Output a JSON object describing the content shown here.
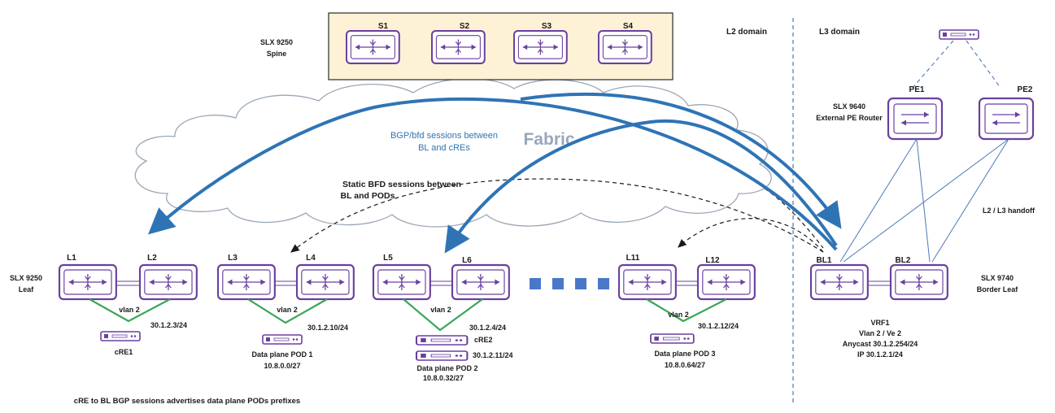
{
  "spine": {
    "title_line1": "SLX 9250",
    "title_line2": "Spine",
    "switches": [
      "S1",
      "S2",
      "S3",
      "S4"
    ]
  },
  "domains": {
    "l2": "L2 domain",
    "l3": "L3 domain"
  },
  "fabric": {
    "label": "Fabric",
    "bgp_note_line1": "BGP/bfd sessions between",
    "bgp_note_line2": "BL and cREs",
    "bfd_note_line1": "Static BFD sessions between",
    "bfd_note_line2": "BL and PODs"
  },
  "pe": {
    "title_line1": "SLX 9640",
    "title_line2": "External PE Router",
    "pe1": "PE1",
    "pe2": "PE2"
  },
  "handoff": "L2 / L3 handoff",
  "leaf_title": {
    "line1": "SLX 9250",
    "line2": "Leaf"
  },
  "leaves": [
    "L1",
    "L2",
    "L3",
    "L4",
    "L5",
    "L6",
    "L11",
    "L12"
  ],
  "border": {
    "bl1": "BL1",
    "bl2": "BL2",
    "title_line1": "SLX 9740",
    "title_line2": "Border Leaf",
    "vrf": "VRF1",
    "vlan_ve": "Vlan 2 / Ve 2",
    "anycast": "Anycast 30.1.2.254/24",
    "ip": "IP 30.1.2.1/24"
  },
  "pods": {
    "vlan": "vlan 2",
    "p1_ip": "30.1.2.3/24",
    "p1_name": "cRE1",
    "p2_ip": "30.1.2.10/24",
    "p2_name": "Data plane POD 1",
    "p2_prefix": "10.8.0.0/27",
    "p3_ip1": "30.1.2.4/24",
    "p3_name1": "cRE2",
    "p3_ip2": "30.1.2.11/24",
    "p3_name2": "Data plane POD 2",
    "p3_prefix": "10.8.0.32/27",
    "p4_ip": "30.1.2.12/24",
    "p4_name": "Data plane POD 3",
    "p4_prefix": "10.8.0.64/27"
  },
  "footer": "cRE to BL BGP sessions advertises data plane PODs prefixes",
  "colors": {
    "switch_purple": "#6a3fa0",
    "spine_panel": "#fdf2d6",
    "bgp_arrow_blue": "#2e74b5",
    "vlan_green": "#3aa655",
    "fabric_gray": "#9aa7b6",
    "domain_divider": "#4a78b8"
  }
}
